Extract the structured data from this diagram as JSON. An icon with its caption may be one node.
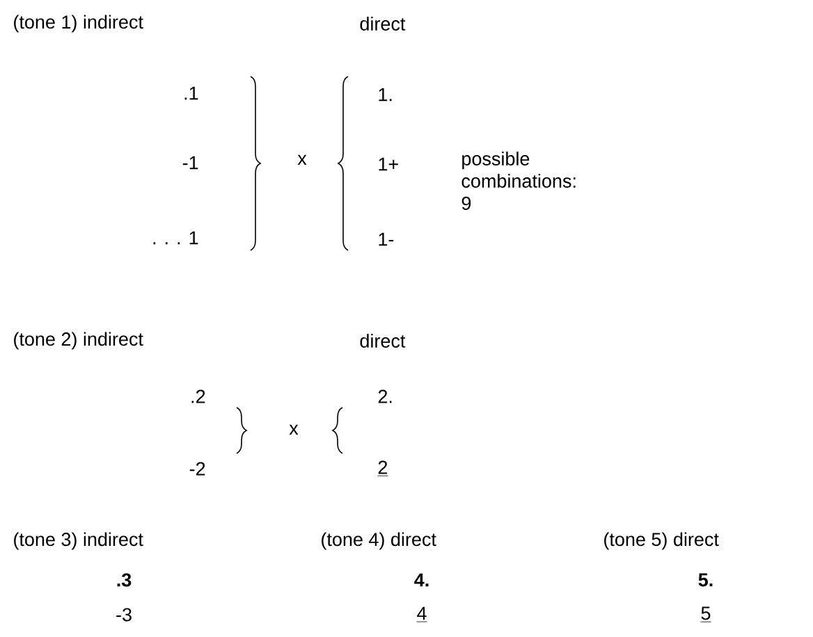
{
  "diagram": {
    "labels": [
      "(tone 1) indirect",
      "direct",
      ".1",
      "-1",
      ". . . 1",
      "x",
      "1.",
      "1+",
      "1-",
      "possible combinations: 9",
      "(tone 2) indirect",
      "direct",
      ".2",
      "-2",
      "x",
      "2.",
      "2",
      "(tone 3) indirect",
      "(tone 4) direct",
      "(tone 5) direct",
      ".3",
      "4.",
      "5.",
      "-3",
      "4",
      "5"
    ]
  }
}
